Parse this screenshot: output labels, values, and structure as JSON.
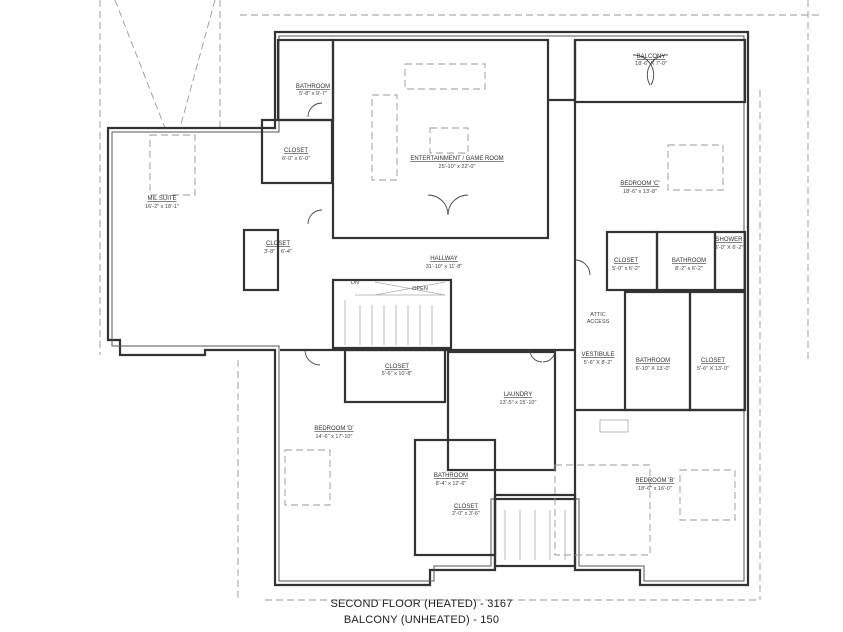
{
  "rooms": {
    "mil_suite": {
      "name": "MIL SUITE",
      "dim": "16'-2\" x 18'-1\""
    },
    "bathroom_nw": {
      "name": "BATHROOM",
      "dim": "5'-8\" x 9'-7\""
    },
    "closet_nw": {
      "name": "CLOSET",
      "dim": "6'-0\" x 6'-0\""
    },
    "entertainment": {
      "name": "ENTERTAINMENT / GAME ROOM",
      "dim": "25'-10\" x 22'-0\""
    },
    "closet_w": {
      "name": "CLOSET",
      "dim": "3'-8\" x 6'-4\""
    },
    "hallway": {
      "name": "HALLWAY",
      "dim": "31'-10\" x 11'-8\""
    },
    "stair_dn": {
      "name": "DN"
    },
    "stair_open": {
      "name": "OPEN"
    },
    "balcony": {
      "name": "BALCONY",
      "dim": "18'-6\" X 7'-0\""
    },
    "bedroom_c": {
      "name": "BEDROOM 'C'",
      "dim": "18'-6\" x 13'-8\""
    },
    "closet_c": {
      "name": "CLOSET",
      "dim": "5'-0\" x 6'-2\""
    },
    "bathroom_c": {
      "name": "BATHROOM",
      "dim": "8'-2\" x 6'-2\""
    },
    "shower": {
      "name": "SHOWER",
      "dim": "3'-0\" X 6'-2\""
    },
    "attic": {
      "line1": "ATTIC",
      "line2": "ACCESS"
    },
    "vestibule": {
      "name": "VESTIBULE",
      "dim": "5'-6\" X 8'-2\""
    },
    "bathroom_b": {
      "name": "BATHROOM",
      "dim": "6'-10\" X 13'-0\""
    },
    "closet_b": {
      "name": "CLOSET",
      "dim": "5'-6\" X 13'-0\""
    },
    "closet_d": {
      "name": "CLOSET",
      "dim": "5'-6\" x 10'-8\""
    },
    "laundry": {
      "name": "LAUNDRY",
      "dim": "13'-5\" x 15'-10\""
    },
    "bedroom_d": {
      "name": "BEDROOM 'D'",
      "dim": "14'-6\" x 17'-10\""
    },
    "bathroom_d": {
      "name": "BATHROOM",
      "dim": "8'-4\" x 12'-6\""
    },
    "closet_small": {
      "name": "CLOSET",
      "dim": "2'-0\" x 3'-6\""
    },
    "bedroom_b": {
      "name": "BEDROOM 'B'",
      "dim": "18'-6\" x 16'-0\""
    }
  },
  "captions": {
    "heated": "SECOND FLOOR (HEATED) - 3167",
    "balcony": "BALCONY (UNHEATED) - 150"
  }
}
